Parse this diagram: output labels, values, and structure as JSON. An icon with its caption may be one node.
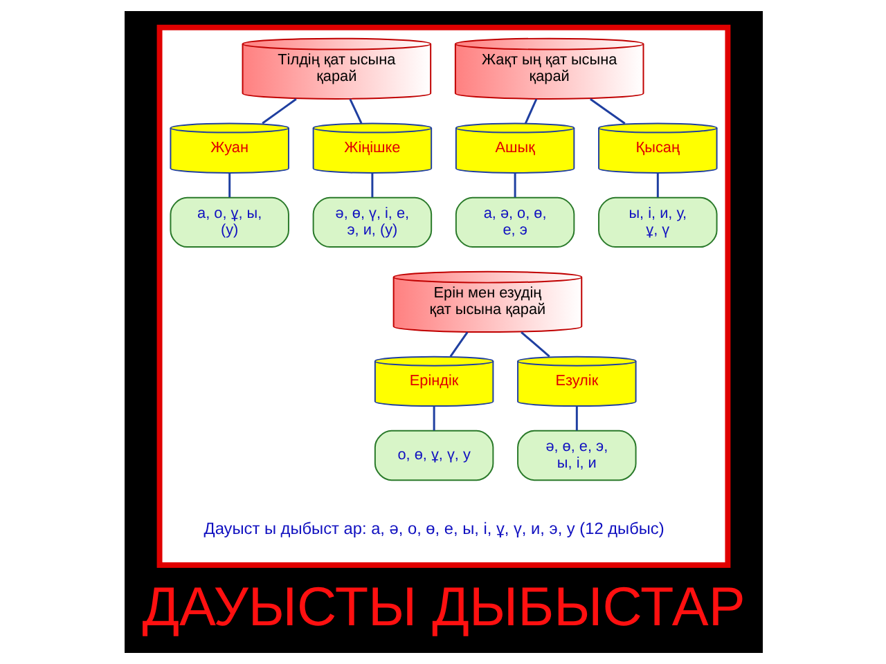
{
  "diagram": {
    "title": "ДАУЫСТЫ ДЫБЫСТАР",
    "nodes": [
      {
        "text": [],
        "shape": "box"
      },
      {
        "text": [
          "Тілдің қат ысына қарай"
        ],
        "in": 0
      },
      {
        "text": [
          "Жуан"
        ],
        "in": 0
      },
      {
        "text": [
          "Жіңішке"
        ],
        "in": 0
      },
      {
        "text": [
          "а, о, ұ, ы, (у)"
        ],
        "in": 0
      },
      {
        "text": [
          "ә, ө, ү, і, е, э, и, (у)"
        ],
        "in": 0
      },
      {
        "text": [
          "Жақт ың қат ысына қарай"
        ],
        "in": 0
      },
      {
        "text": [
          "Ашық"
        ],
        "in": 0
      },
      {
        "text": [
          "Қысаң"
        ],
        "in": 0
      },
      {
        "text": [
          "а, ә, о, ө, е, э"
        ],
        "in": 0
      },
      {
        "text": [
          "ы, і, и, у, ұ, ү"
        ],
        "in": 0
      },
      {
        "text": [
          "Ерін мен езудің қат ысына қарай"
        ],
        "in": 0
      },
      {
        "text": [
          "Еріндік"
        ],
        "in": 0
      },
      {
        "text": [
          "Езулік"
        ],
        "in": 0
      },
      {
        "text": [
          "о, ө, ұ, ү, у"
        ],
        "in": 0
      },
      {
        "text": [
          "ә, ө, е, э, ы, і, и"
        ],
        "in": 0
      }
    ],
    "edges": [
      {
        "from": 1,
        "to": 2,
        "arrow": "none"
      },
      {
        "from": 1,
        "to": 3,
        "arrow": "none"
      },
      {
        "from": 2,
        "to": 4,
        "arrow": "none"
      },
      {
        "from": 3,
        "to": 5,
        "arrow": "none"
      },
      {
        "from": 6,
        "to": 7,
        "arrow": "none"
      },
      {
        "from": 6,
        "to": 8,
        "arrow": "none"
      },
      {
        "from": 7,
        "to": 9,
        "arrow": "none"
      },
      {
        "from": 8,
        "to": 10,
        "arrow": "none"
      },
      {
        "from": 11,
        "to": 12,
        "arrow": "none"
      },
      {
        "from": 11,
        "to": 13,
        "arrow": "none"
      },
      {
        "from": 12,
        "to": 14,
        "arrow": "none"
      },
      {
        "from": 13,
        "to": 15,
        "arrow": "none"
      }
    ],
    "labels": [
      "Дауыст ы дыбыст ар: а, ә, о, ө, е, ы, і, ұ, ү, и, э, у (12 дыбыс)"
    ]
  }
}
